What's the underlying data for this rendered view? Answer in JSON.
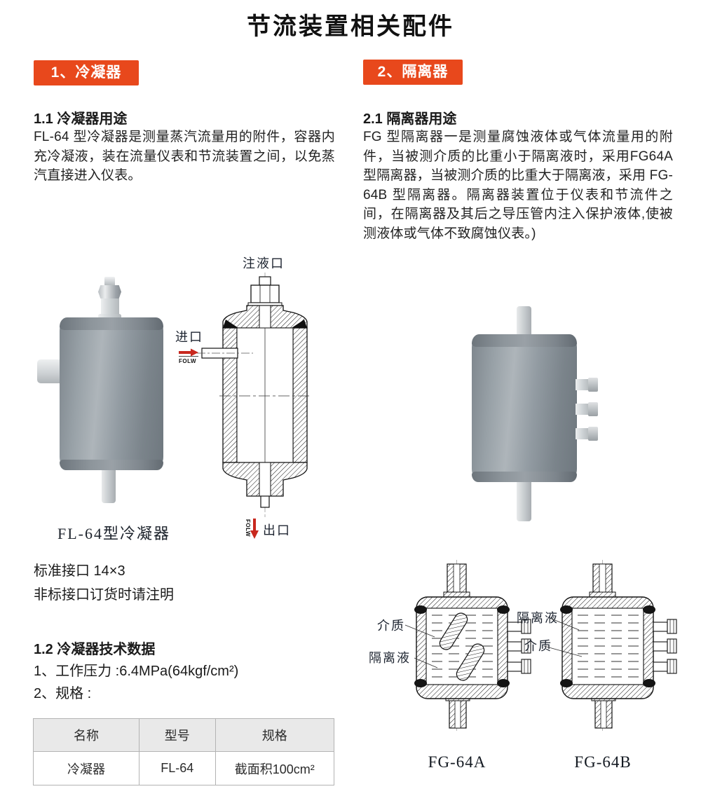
{
  "page": {
    "title": "节流装置相关配件",
    "accent_color": "#e8481c",
    "flow_label": "FOLW"
  },
  "condenser": {
    "badge": "1、冷凝器",
    "usage_heading": "1.1 冷凝器用途",
    "usage_text": "FL-64 型冷凝器是测量蒸汽流量用的附件，容器内充冷凝液，装在流量仪表和节流装置之间，以免蒸汽直接进入仪表。",
    "photo_caption": "FL-64型冷凝器",
    "drawing": {
      "fill_port_label": "注液口",
      "inlet_label": "进口",
      "outlet_label": "出口"
    },
    "notes": [
      "标准接口 14×3",
      "非标接口订货时请注明"
    ],
    "tech_heading": "1.2 冷凝器技术数据",
    "tech_items": [
      "1、工作压力 :6.4MPa(64kgf/cm²)",
      "2、规格 :"
    ],
    "table": {
      "headers": [
        "名称",
        "型号",
        "规格"
      ],
      "rows": [
        [
          "冷凝器",
          "FL-64",
          "截面积100cm²"
        ]
      ]
    }
  },
  "isolator": {
    "badge": "2、隔离器",
    "usage_heading": "2.1 隔离器用途",
    "usage_text": "FG 型隔离器一是测量腐蚀液体或气体流量用的附件，当被测介质的比重小于隔离液时，采用FG64A 型隔离器，当被测介质的比重大于隔离液，采用 FG-64B 型隔离器。隔离器装置位于仪表和节流件之间，在隔离器及其后之导压管内注入保护液体,使被测液体或气体不致腐蚀仪表。)",
    "fg64a": {
      "caption": "FG-64A",
      "medium_label": "介质",
      "seal_liquid_label": "隔离液"
    },
    "fg64b": {
      "caption": "FG-64B",
      "medium_label": "介质",
      "seal_liquid_label": "隔离液"
    }
  }
}
